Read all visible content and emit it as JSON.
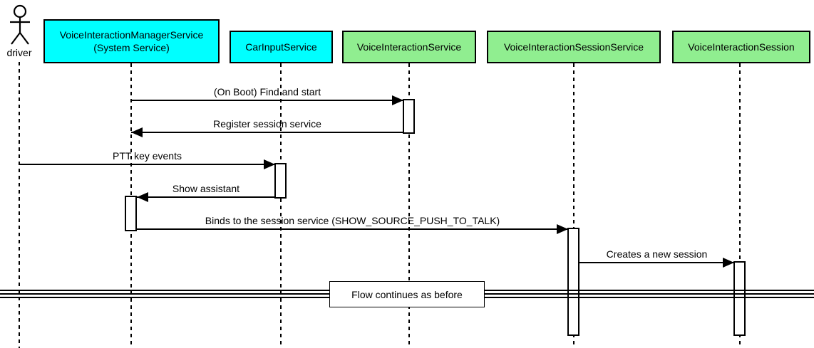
{
  "diagram": {
    "type": "uml-sequence-diagram",
    "actor": {
      "name": "driver"
    },
    "participants": [
      {
        "line1": "VoiceInteractionManagerService",
        "line2": "(System Service)",
        "fill": "#00FFFF"
      },
      {
        "label": "CarInputService",
        "fill": "#00FFFF"
      },
      {
        "label": "VoiceInteractionService",
        "fill": "#90EE90"
      },
      {
        "label": "VoiceInteractionSessionService",
        "fill": "#90EE90"
      },
      {
        "label": "VoiceInteractionSession",
        "fill": "#90EE90"
      }
    ],
    "messages": [
      {
        "label": "(On Boot) Find and start",
        "from": "VoiceInteractionManagerService",
        "to": "VoiceInteractionService",
        "direction": "right"
      },
      {
        "label": "Register session service",
        "from": "VoiceInteractionService",
        "to": "VoiceInteractionManagerService",
        "direction": "left"
      },
      {
        "label": "PTT key events",
        "from": "driver",
        "to": "CarInputService",
        "direction": "right"
      },
      {
        "label": "Show assistant",
        "from": "CarInputService",
        "to": "VoiceInteractionManagerService",
        "direction": "left"
      },
      {
        "label": "Binds to the session service (SHOW_SOURCE_PUSH_TO_TALK)",
        "from": "VoiceInteractionManagerService",
        "to": "VoiceInteractionSessionService",
        "direction": "right"
      },
      {
        "label": "Creates a new session",
        "from": "VoiceInteractionSessionService",
        "to": "VoiceInteractionSession",
        "direction": "right"
      }
    ],
    "divider": {
      "label": "Flow continues as before"
    },
    "colors": {
      "system_service_fill": "#00FFFF",
      "voice_service_fill": "#90EE90",
      "line": "#000000",
      "background": "#FFFFFF"
    }
  }
}
